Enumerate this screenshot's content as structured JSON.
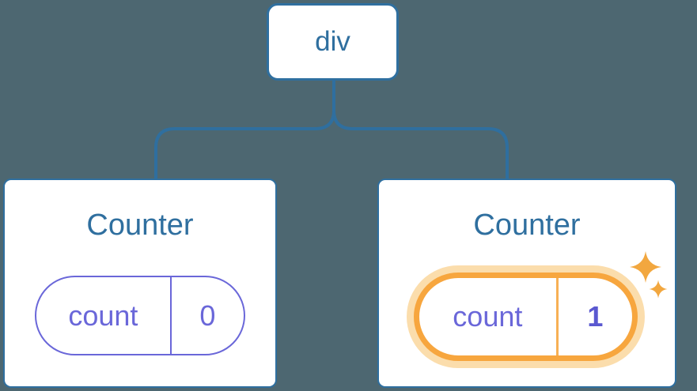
{
  "colors": {
    "background": "#4d6771",
    "blue": "#2f6f9f",
    "purple": "#6a67d9",
    "value_purple": "#5a58d0",
    "orange": "#f7a63e",
    "orange_halo": "#fbddac",
    "divider_orange": "#f8b054",
    "sparkle": "#f2a73f",
    "card_bg": "#ffffff"
  },
  "diagram": {
    "root": {
      "label": "div"
    },
    "children": [
      {
        "title": "Counter",
        "state": {
          "key": "count",
          "value": "0"
        },
        "highlighted": false
      },
      {
        "title": "Counter",
        "state": {
          "key": "count",
          "value": "1"
        },
        "highlighted": true,
        "badge_icon": "sparkle-icon"
      }
    ]
  }
}
